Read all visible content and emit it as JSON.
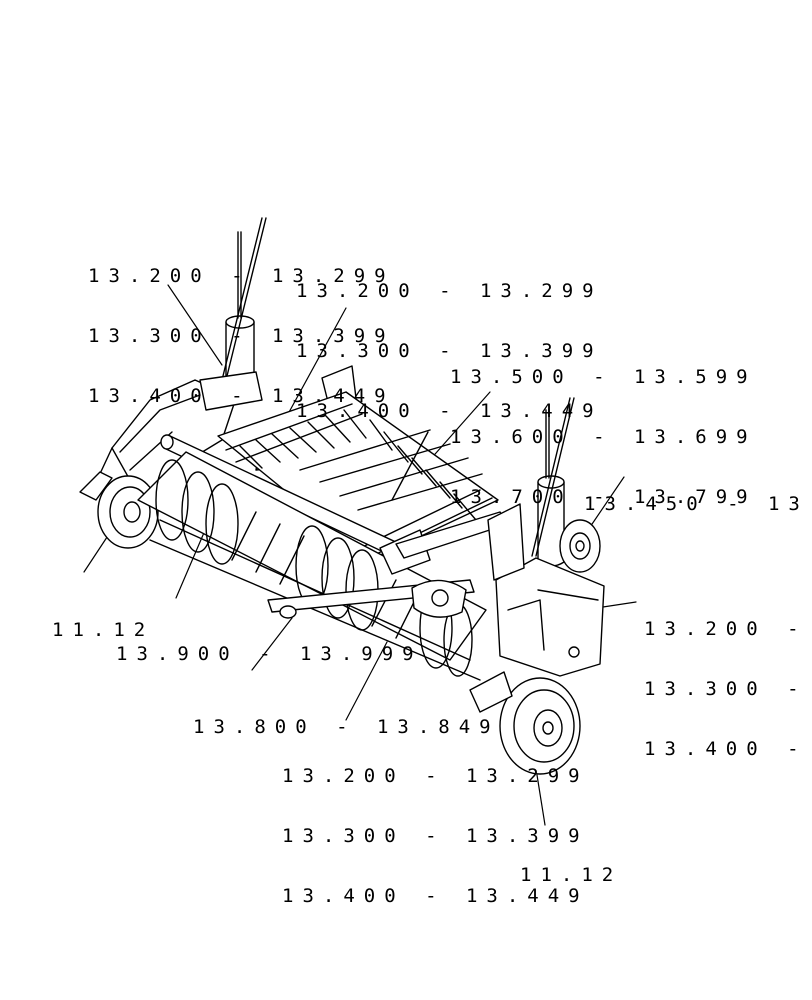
{
  "callouts": [
    {
      "id": "c1",
      "lines": [
        "13.200 - 13.299",
        "13.300 - 13.399",
        "13.400 - 13.449"
      ]
    },
    {
      "id": "c2",
      "lines": [
        "13.200 - 13.299",
        "13.300 - 13.399",
        "13.400 - 13.449"
      ]
    },
    {
      "id": "c3",
      "lines": [
        "13.500 - 13.599",
        "13.600 - 13.699",
        "13.700 - 13.799"
      ]
    },
    {
      "id": "c4",
      "lines": [
        "13.450 - 13."
      ]
    },
    {
      "id": "c5",
      "lines": [
        "11.12"
      ]
    },
    {
      "id": "c6",
      "lines": [
        "13.900 - 13.999"
      ]
    },
    {
      "id": "c7",
      "lines": [
        "13.200 -",
        "13.300 -",
        "13.400 -"
      ]
    },
    {
      "id": "c8",
      "lines": [
        "13.800 - 13.849"
      ]
    },
    {
      "id": "c9",
      "lines": [
        "13.200 - 13.299",
        "13.300 - 13.399",
        "13.400 - 13.449"
      ]
    },
    {
      "id": "c10",
      "lines": [
        "11.12"
      ]
    }
  ]
}
